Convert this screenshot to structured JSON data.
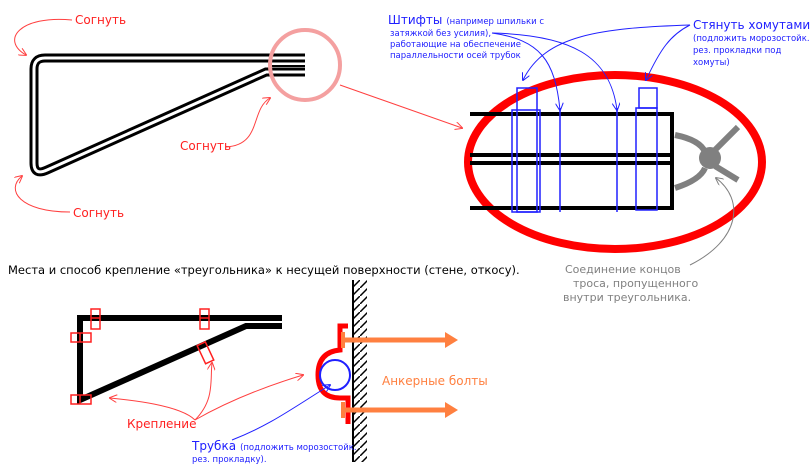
{
  "labels": {
    "bend_top": "Согнуть",
    "bend_middle": "Согнуть",
    "bend_bottom": "Согнуть",
    "pins_title": "Штифты",
    "pins_note_1": "(например шпильки с",
    "pins_note_2": "затяжкой без усилия),",
    "pins_note_3": "работающие на обеспечение",
    "pins_note_4": "параллельности осей трубок",
    "clamps_title": "Стянуть хомутами",
    "clamps_note_1": "(подложить морозостойк.",
    "clamps_note_2": "рез. прокладки под",
    "clamps_note_3": "хомуты)",
    "rope_1": "Соединение концов",
    "rope_2": "троса, пропущенного",
    "rope_3": "внутри треугольника.",
    "mounting_caption": "Места и способ крепление «треугольника» к несущей поверхности (стене, откосу).",
    "anchor_bolts": "Анкерные болты",
    "fastening": "Крепление",
    "tube_title": "Трубка",
    "tube_note_1": "(подложить морозостойк.",
    "tube_note_2": "рез. прокладку)."
  },
  "colors": {
    "red": "#ff0000",
    "blue": "#2020ff",
    "orange": "#ff8040",
    "gray": "#808080",
    "pink": "#f4a0a0"
  }
}
